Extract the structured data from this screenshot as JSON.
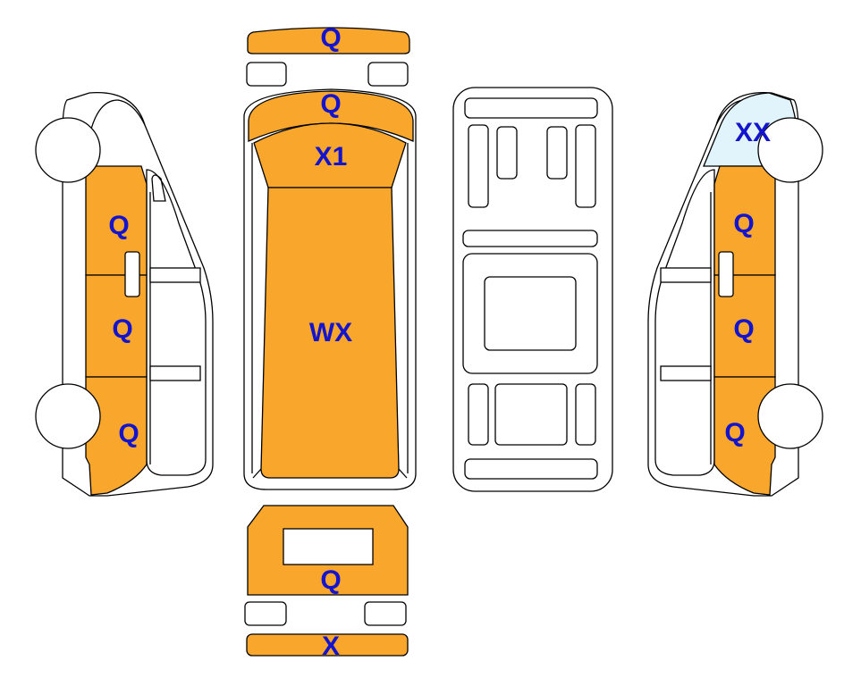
{
  "colors": {
    "damaged": "#F9A62D",
    "glass_damaged": "#E2F4FB",
    "label": "#1414CC",
    "outline": "#000000",
    "background": "#FFFFFF"
  },
  "views": {
    "left": {
      "front_door": "Q",
      "rear_door": "Q",
      "rear_quarter": "Q"
    },
    "top": {
      "front_bumper": "Q",
      "hood": "Q",
      "windshield": "X1",
      "roof": "WX"
    },
    "right": {
      "front_glass": "XX",
      "front_door": "Q",
      "rear_door": "Q",
      "rear_quarter": "Q"
    },
    "rear": {
      "tailgate": "Q",
      "rear_bumper": "X"
    }
  }
}
